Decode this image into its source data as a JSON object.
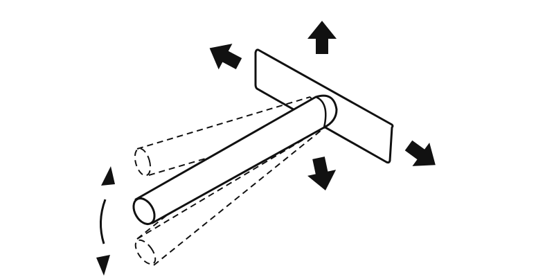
{
  "diagram": {
    "name": "rod-and-plate-adjustment",
    "colors": {
      "background": "#ffffff",
      "ink": "#111111"
    },
    "parts": [
      {
        "id": "mounting-plate",
        "icon": "rectangle-plate"
      },
      {
        "id": "rod",
        "icon": "cylinder-rod"
      },
      {
        "id": "rod-ghost-up",
        "icon": "dashed-cylinder"
      },
      {
        "id": "rod-ghost-down",
        "icon": "dashed-cylinder"
      }
    ],
    "arrows": [
      {
        "id": "arrow-up",
        "icon": "arrow-up-icon"
      },
      {
        "id": "arrow-upper-left",
        "icon": "arrow-upper-left-icon"
      },
      {
        "id": "arrow-down",
        "icon": "arrow-down-icon"
      },
      {
        "id": "arrow-lower-right",
        "icon": "arrow-lower-right-icon"
      },
      {
        "id": "swing-arrow",
        "icon": "curved-double-arrow-icon"
      }
    ]
  }
}
